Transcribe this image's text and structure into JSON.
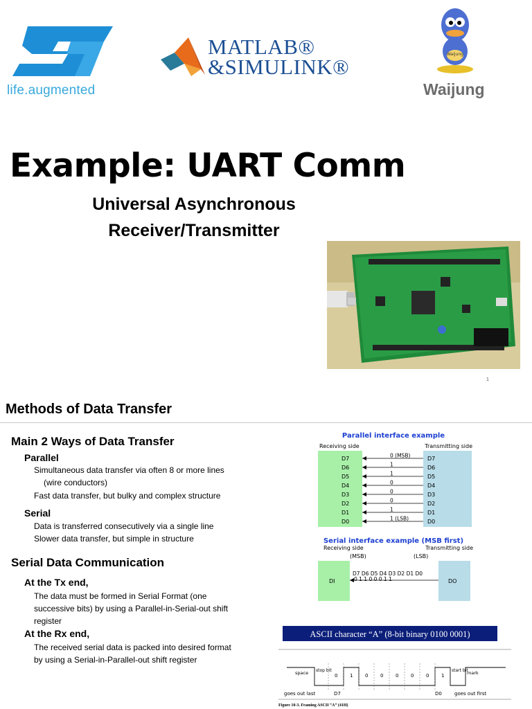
{
  "slide1": {
    "st_tagline": "life.augmented",
    "matlab_line1": "MATLAB®",
    "matlab_line2": "&SIMULINK®",
    "waijung_label": "Waijung",
    "waijung_badge": "Waijung",
    "title": "Example: UART Comm",
    "subtitle_line1": "Universal Asynchronous",
    "subtitle_line2": "Receiver/Transmitter",
    "page_number": "1"
  },
  "slide2": {
    "title": "Methods of Data Transfer",
    "section1_heading": "Main 2 Ways of Data Transfer",
    "parallel_heading": "Parallel",
    "parallel_line1": "Simultaneous data transfer via often 8 or more lines",
    "parallel_line1b": "(wire conductors)",
    "parallel_line2": "Fast data transfer, but bulky and complex structure",
    "serial_heading": "Serial",
    "serial_line1": "Data is transferred consecutively via a single line",
    "serial_line2": "Slower data transfer, but simple in structure",
    "section2_heading": "Serial Data Communication",
    "tx_heading": "At the Tx end,",
    "tx_line1": "The data must be formed in Serial Format (one",
    "tx_line2": "successive bits) by using a Parallel-in-Serial-out shift",
    "tx_line3": "register",
    "rx_heading": "At the Rx end,",
    "rx_line1": "The received serial data is packed into desired format",
    "rx_line2": "by using a Serial-in-Parallel-out shift register",
    "parallel_diagram": {
      "title": "Parallel interface example",
      "receiving": "Receiving side",
      "transmitting": "Transmitting side",
      "lines": [
        "D7",
        "D6",
        "D5",
        "D4",
        "D3",
        "D2",
        "D1",
        "D0"
      ],
      "bits": [
        "0 (MSB)",
        "1",
        "1",
        "0",
        "0",
        "0",
        "1",
        "1 (LSB)"
      ]
    },
    "serial_diagram": {
      "title": "Serial interface example (MSB first)",
      "receiving": "Receiving side",
      "transmitting": "Transmitting side",
      "msb": "(MSB)",
      "lsb": "(LSB)",
      "seq_labels": "D7 D6 D5 D4 D3 D2 D1 D0",
      "seq_bits": "0  1  1  0  0  0  1  1",
      "rx_pin": "DI",
      "tx_pin": "DO"
    },
    "ascii": {
      "header": "ASCII character “A” (8-bit binary 0100 0001)",
      "space": "space",
      "stop_bit": "stop bit",
      "bits": [
        "0",
        "1",
        "0",
        "0",
        "0",
        "0",
        "0",
        "1"
      ],
      "start_bit": "start bit",
      "mark": "mark",
      "goes_out_last": "goes out last",
      "d7": "D7",
      "d0": "D0",
      "goes_out_first": "goes out first",
      "caption": "Figure 10-3. Framing ASCII “A” (41H)"
    }
  },
  "colors": {
    "st_blue": "#1e8fd6",
    "matlab_blue": "#1b4f94",
    "diagram_title_blue": "#1c3fd1",
    "rx_green": "#a8f0a8",
    "tx_blue": "#b8dce8",
    "ascii_header_bg": "#0b1e7a"
  }
}
